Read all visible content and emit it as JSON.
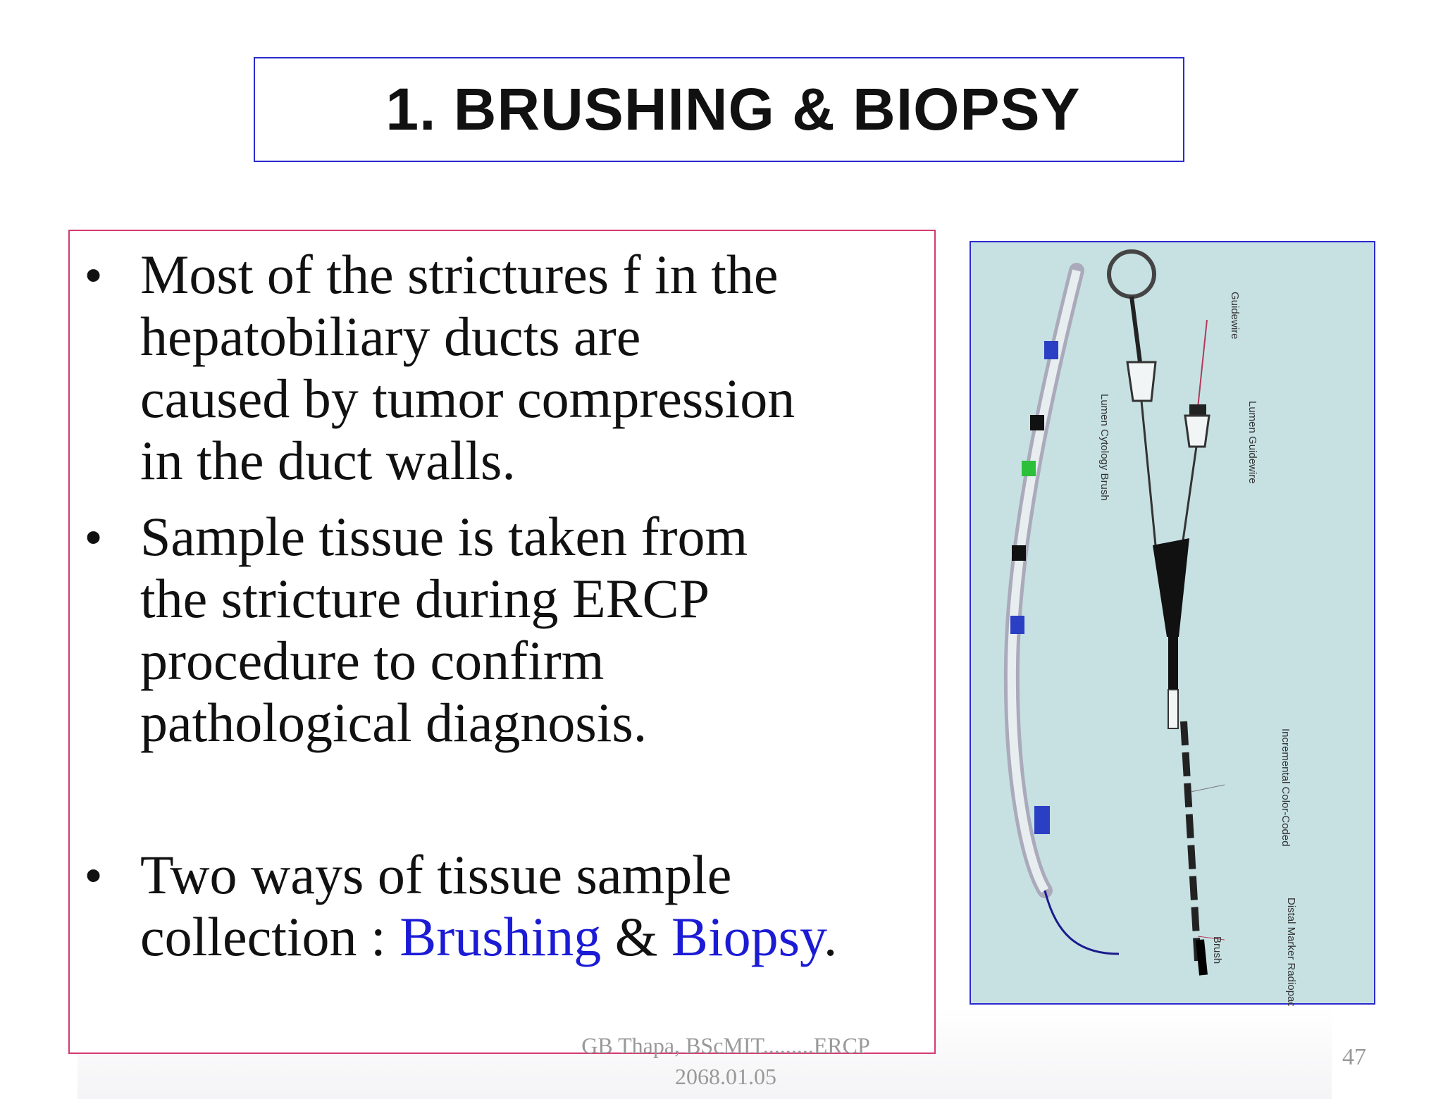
{
  "slide": {
    "title": "1. BRUSHING & BIOPSY",
    "bullets": [
      {
        "text": "Most of the strictures f  in the\nhepatobiliary  ducts  are\ncaused by  tumor compression\nin the duct walls."
      },
      {
        "text": "Sample tissue  is taken  from\nthe stricture  during  ERCP\nprocedure  to  confirm\npathological  diagnosis."
      },
      {
        "line1": "Two ways of tissue sample",
        "prefix": "collection : ",
        "highlight1": "Brushing",
        "middle": " & ",
        "highlight2": "Biopsy",
        "suffix": "."
      }
    ],
    "bullet_symbol": "•",
    "footer": {
      "author": "GB Thapa, BScMIT.........ERCP",
      "date": "2068.01.05",
      "page_number": "47"
    },
    "figure": {
      "labels": [
        "Guidewire",
        "Lumen Guidewire",
        "Lumen Cytology Brush",
        "Incremental Color-Coded",
        "Distal Marker Radiopaque",
        "Brush"
      ]
    },
    "colors": {
      "title_border": "#2a2ad0",
      "text_box_border": "#d43a72",
      "highlight": "#1b1bd6",
      "figure_bg": "#c7e1e3"
    }
  }
}
